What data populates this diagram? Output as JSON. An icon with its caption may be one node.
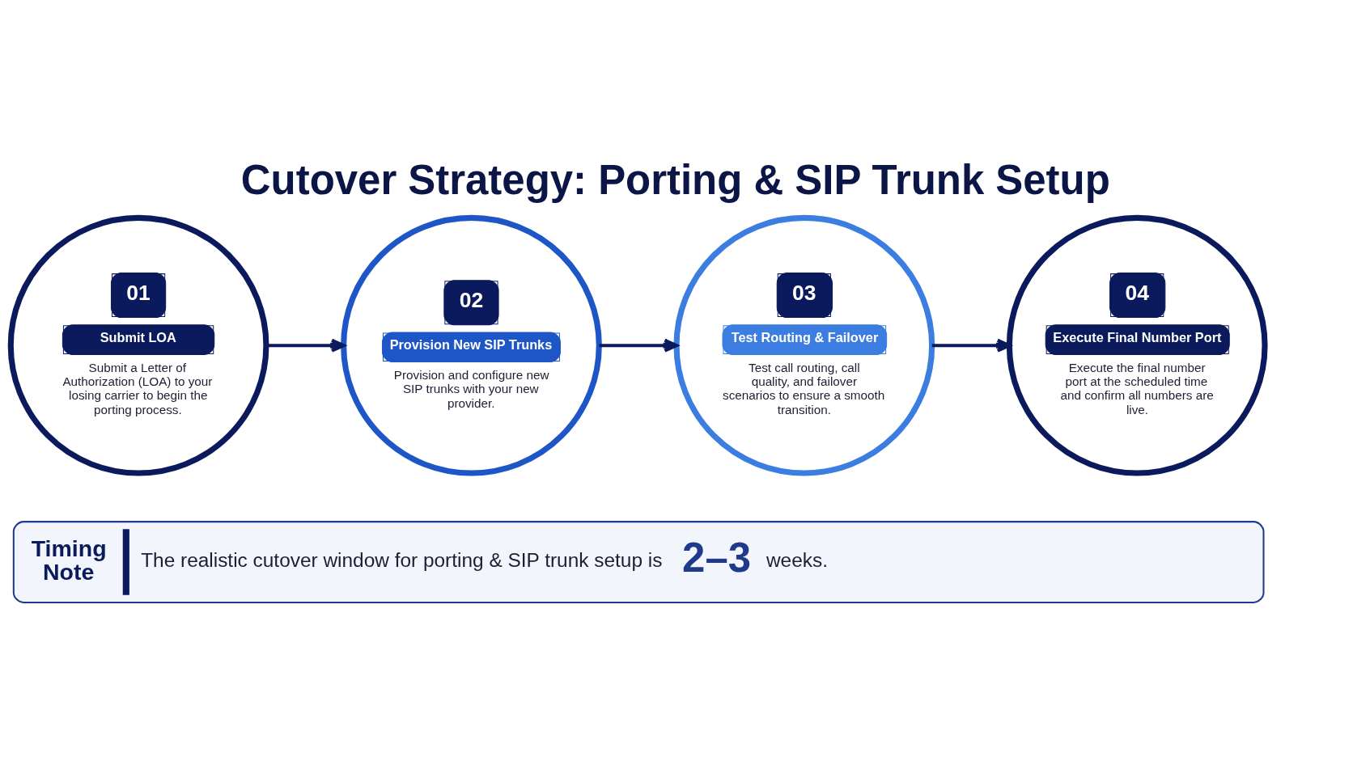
{
  "diagram": {
    "title": "Cutover Strategy: Porting & SIP Trunk Setup",
    "nodes": [
      {
        "text": [
          "01",
          "Submit LOA",
          "Submit a Letter of Authorization (LOA) to your losing carrier to begin the porting process."
        ]
      },
      {
        "text": [
          "02",
          "Provision New SIP Trunks",
          "Provision and configure new SIP trunks with your new provider."
        ]
      },
      {
        "text": [
          "03",
          "Test Routing & Failover",
          "Test call routing, call quality, and failover scenarios to ensure a smooth transition."
        ]
      },
      {
        "text": [
          "04",
          "Execute Final Number Port",
          "Execute the final number port at the scheduled time and confirm all numbers are live."
        ]
      },
      {
        "text": [
          "Timing Note",
          "The realistic cutover window for porting & SIP trunk setup is",
          "2–3",
          "weeks."
        ]
      }
    ],
    "edges": [
      {
        "from": 0,
        "to": 1,
        "arrow": "to"
      },
      {
        "from": 1,
        "to": 2,
        "arrow": "to"
      },
      {
        "from": 2,
        "to": 3,
        "arrow": "to"
      }
    ]
  }
}
